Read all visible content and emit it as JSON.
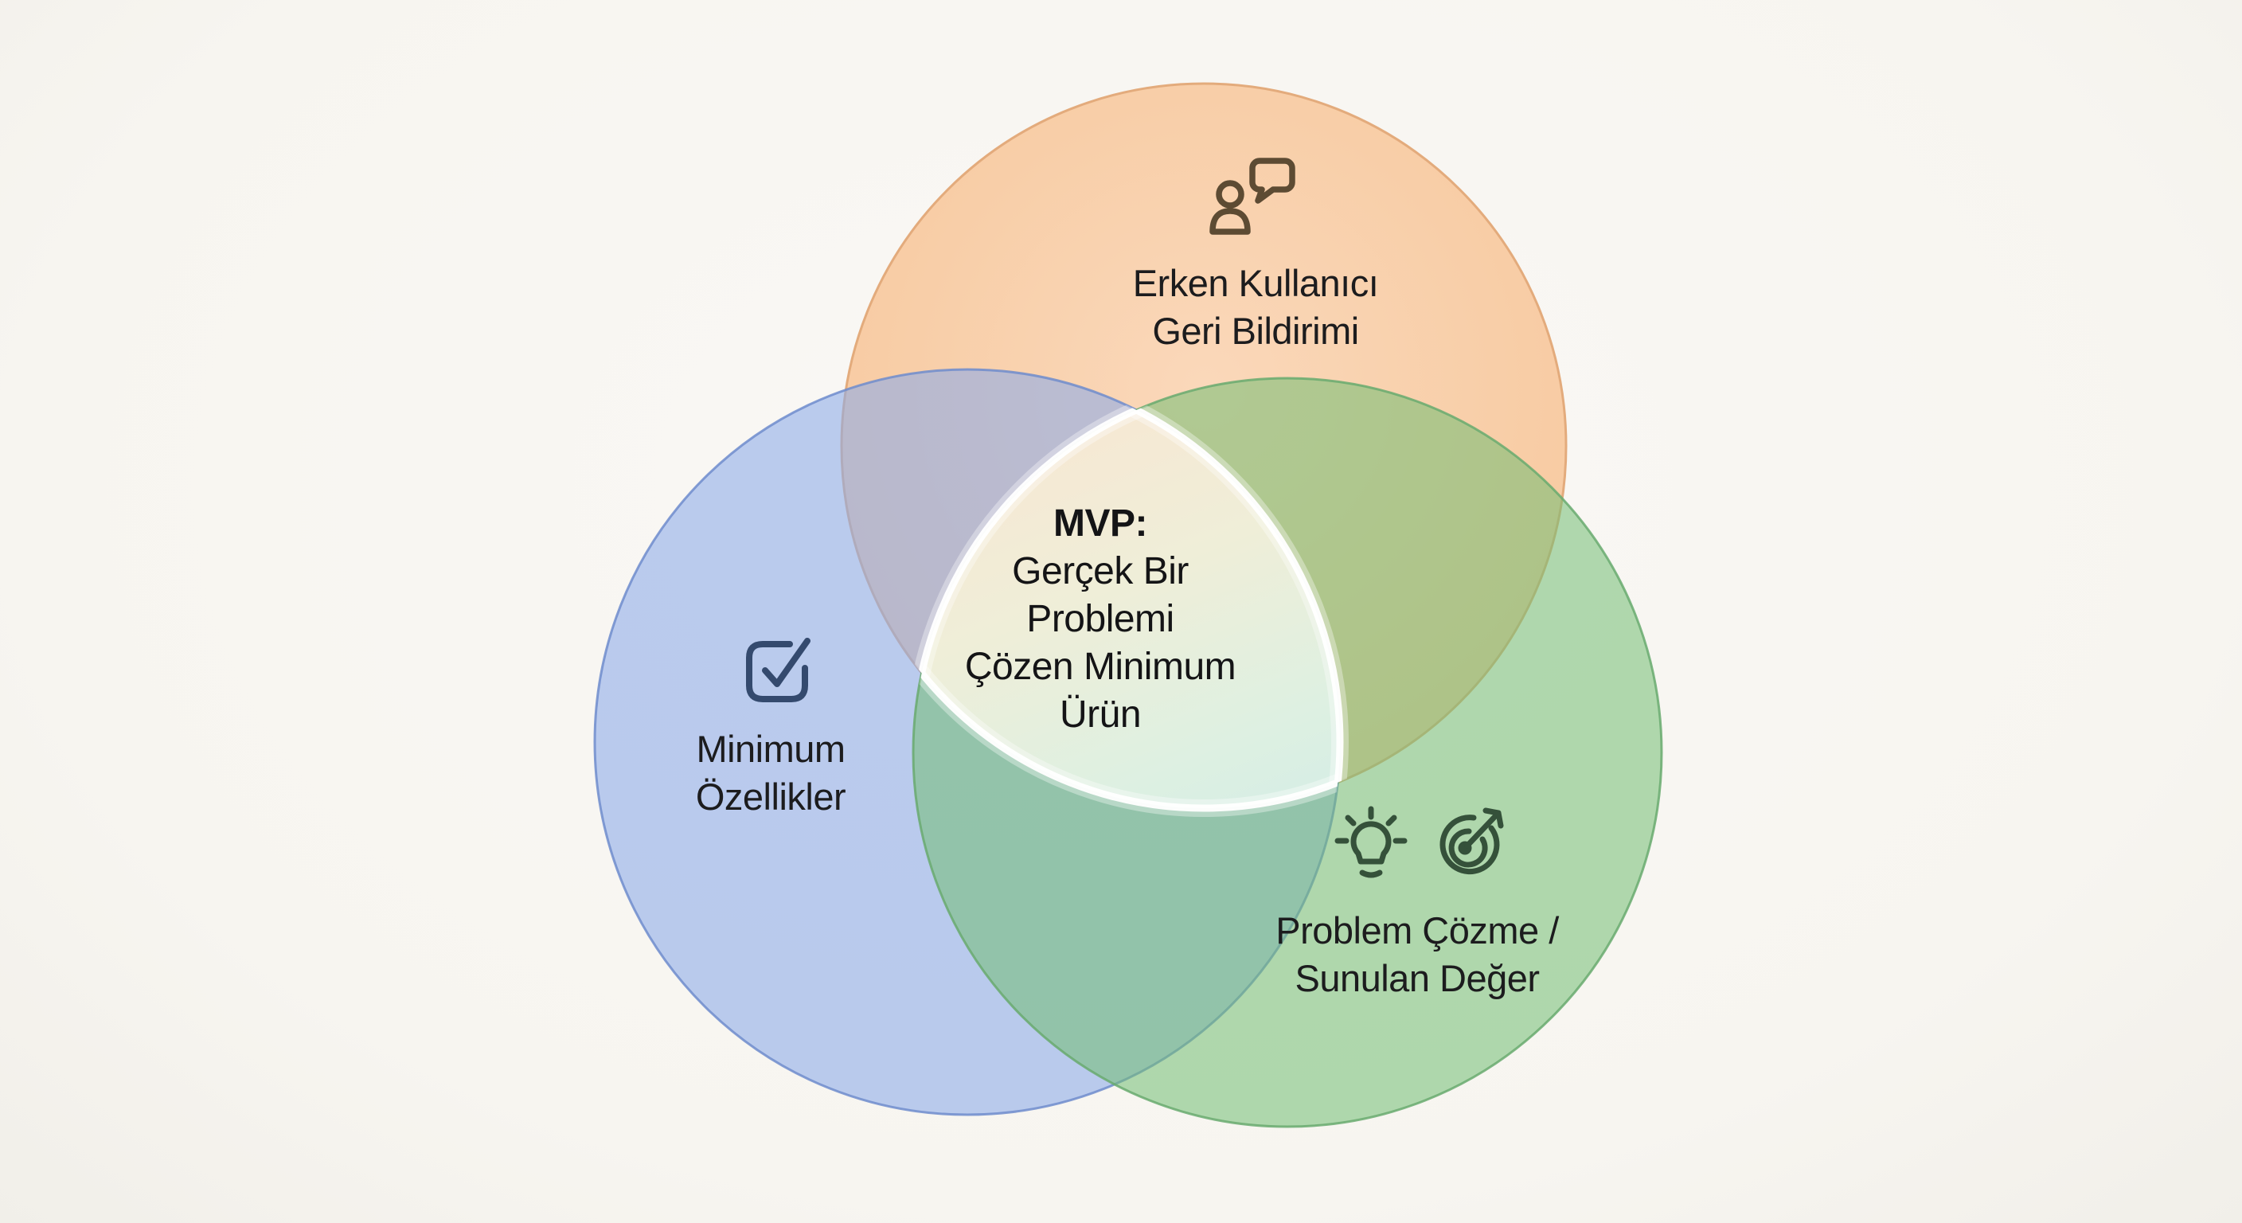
{
  "diagram": {
    "type": "venn",
    "background_color": "#f8f6f2",
    "text_color": "#1c1c1e",
    "circles": [
      {
        "id": "early-user-feedback",
        "position": "top",
        "fill_color": "#f8cda6",
        "edge_color": "#e3ab7c",
        "icon": "person-chat-icon",
        "icon_color": "#5d4b33",
        "label_line1": "Erken Kullanıcı",
        "label_line2": "Geri Bildirimi"
      },
      {
        "id": "minimum-features",
        "position": "bottom-left",
        "fill_color": "#b5ccf2",
        "edge_color": "#8aa6da",
        "icon": "checkbox-icon",
        "icon_color": "#344a6e",
        "label_line1": "Minimum",
        "label_line2": "Özellikler"
      },
      {
        "id": "problem-solving-value",
        "position": "bottom-right",
        "fill_color": "#a9dcab",
        "edge_color": "#84c087",
        "icon_1": "lightbulb-icon",
        "icon_2": "target-icon",
        "icon_color": "#35513a",
        "label_line1": "Problem Çözme /",
        "label_line2": "Sunulan Değer"
      }
    ],
    "overlap_colors": {
      "orange_blue": "#c8c6dc",
      "orange_green": "#d8c99f",
      "blue_green": "#a8cdc8",
      "center": "#e9efdf"
    },
    "center_label": {
      "title": "MVP:",
      "line1": "Gerçek Bir",
      "line2": "Problemi",
      "line3": "Çözen Minimum",
      "line4": "Ürün"
    }
  }
}
